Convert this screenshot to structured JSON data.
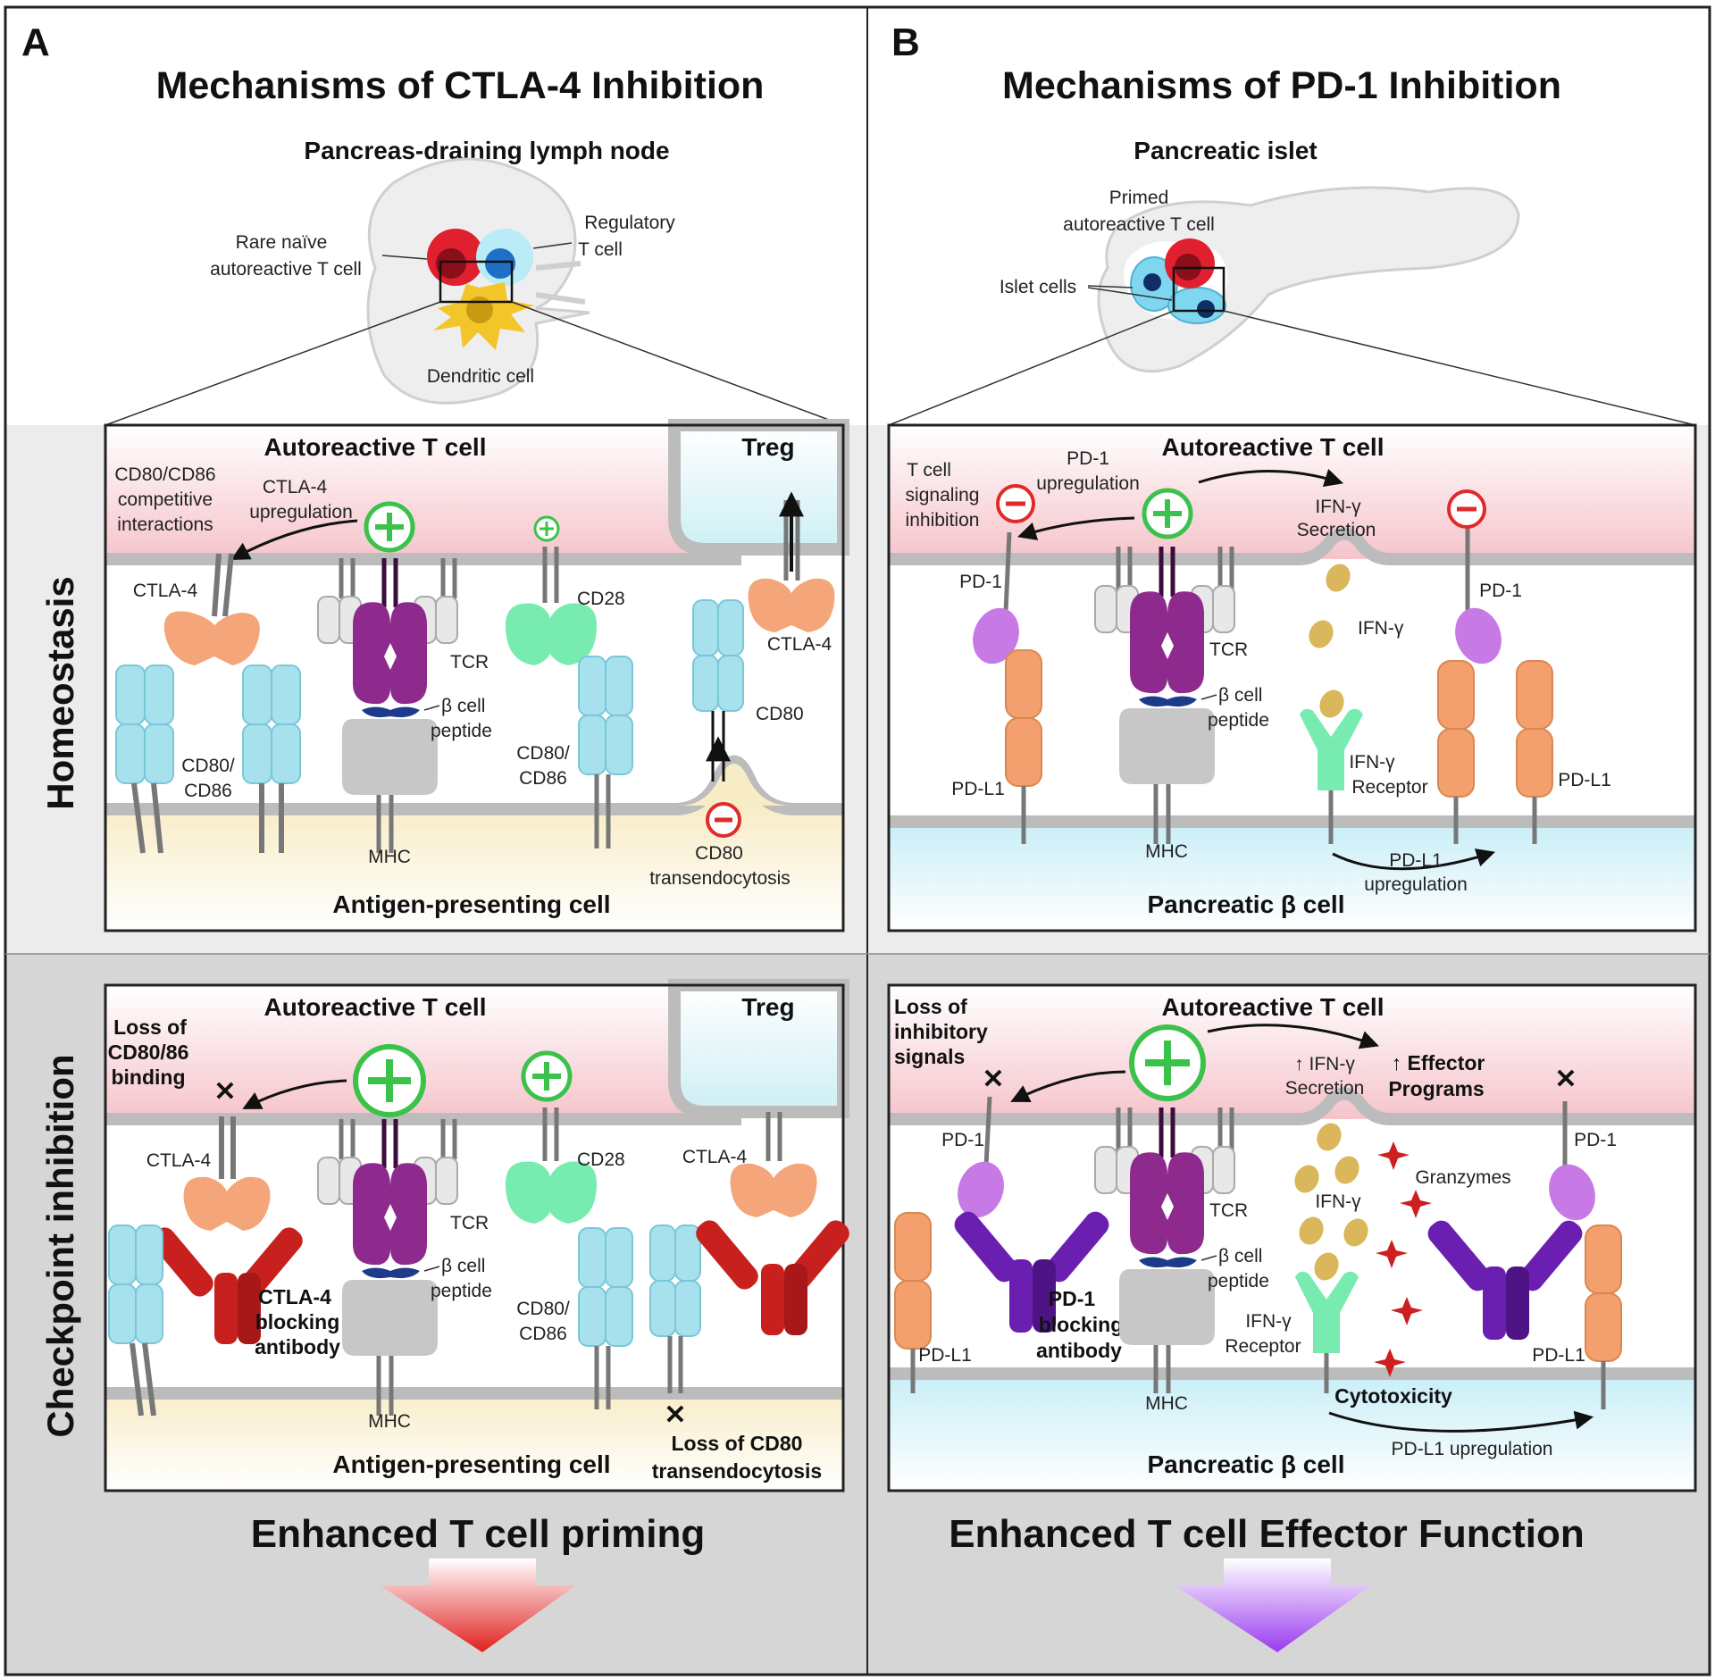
{
  "panel_a": {
    "letter": "A",
    "title": "Mechanisms of CTLA-4 Inhibition",
    "overview": {
      "heading": "Pancreas-draining lymph node",
      "label_naive": [
        "Rare naïve",
        "autoreactive T cell"
      ],
      "label_treg": [
        "Regulatory",
        "T cell"
      ],
      "label_dc": "Dendritic cell"
    },
    "homeostasis": {
      "t_cell": "Autoreactive T cell",
      "treg": "Treg",
      "apc": "Antigen-presenting cell",
      "competitive": [
        "CD80/CD86",
        "competitive",
        "interactions"
      ],
      "ctla4_up": [
        "CTLA-4",
        "upregulation"
      ],
      "ctla4": "CTLA-4",
      "cd80cd86": [
        "CD80/",
        "CD86"
      ],
      "tcr": "TCR",
      "peptide": [
        "β cell",
        "peptide"
      ],
      "mhc": "MHC",
      "cd28": "CD28",
      "cd80cd86_b": [
        "CD80/",
        "CD86"
      ],
      "ctla4_treg": "CTLA-4",
      "cd80": "CD80",
      "transendo": [
        "CD80",
        "transendocytosis"
      ]
    },
    "checkpoint": {
      "t_cell": "Autoreactive T cell",
      "treg": "Treg",
      "apc": "Antigen-presenting cell",
      "loss_binding": [
        "Loss of",
        "CD80/86",
        "binding"
      ],
      "ctla4": "CTLA-4",
      "antibody": [
        "CTLA-4",
        "blocking",
        "antibody"
      ],
      "tcr": "TCR",
      "peptide": [
        "β cell",
        "peptide"
      ],
      "mhc": "MHC",
      "cd28": "CD28",
      "ctla4_treg": "CTLA-4",
      "cd80cd86": [
        "CD80/",
        "CD86"
      ],
      "loss_transendo": [
        "Loss of CD80",
        "transendocytosis"
      ]
    },
    "outcome": "Enhanced T cell priming"
  },
  "panel_b": {
    "letter": "B",
    "title": "Mechanisms of PD-1 Inhibition",
    "overview": {
      "heading": "Pancreatic islet",
      "label_primed": [
        "Primed",
        "autoreactive T cell"
      ],
      "label_islet": "Islet cells"
    },
    "homeostasis": {
      "t_cell": "Autoreactive T cell",
      "beta_cell": "Pancreatic β cell",
      "signaling": [
        "T cell",
        "signaling",
        "inhibition"
      ],
      "pd1_up": [
        "PD-1",
        "upregulation"
      ],
      "ifn_secretion": [
        "IFN-γ",
        "Secretion"
      ],
      "pd1": "PD-1",
      "pdl1": "PD-L1",
      "tcr": "TCR",
      "peptide": [
        "β cell",
        "peptide"
      ],
      "mhc": "MHC",
      "ifn": "IFN-γ",
      "ifn_receptor": [
        "IFN-γ",
        "Receptor"
      ],
      "pd1_right": "PD-1",
      "pdl1_right": "PD-L1",
      "pdl1_up": [
        "PD-L1",
        "upregulation"
      ]
    },
    "checkpoint": {
      "t_cell": "Autoreactive T cell",
      "beta_cell": "Pancreatic β cell",
      "loss_signals": [
        "Loss of",
        "inhibitory",
        "signals"
      ],
      "ifn_secretion": [
        "↑ IFN-γ",
        "Secretion"
      ],
      "effector": [
        "↑ Effector",
        "Programs"
      ],
      "pd1": "PD-1",
      "pdl1": "PD-L1",
      "antibody": [
        "PD-1",
        "blocking",
        "antibody"
      ],
      "tcr": "TCR",
      "peptide": [
        "β cell",
        "peptide"
      ],
      "mhc": "MHC",
      "ifn": "IFN-γ",
      "granzymes": "Granzymes",
      "ifn_receptor": [
        "IFN-γ",
        "Receptor"
      ],
      "cytotoxicity": "Cytotoxicity",
      "pd1_right": "PD-1",
      "pdl1_right": "PD-L1",
      "pdl1_up": "PD-L1 upregulation"
    },
    "outcome": "Enhanced T cell Effector Function"
  },
  "row_labels": {
    "homeostasis": "Homeostasis",
    "checkpoint": "Checkpoint inhibition"
  },
  "colors": {
    "t_cell_pink": "#f5c4cb",
    "apc_yellow": "#f8ecc6",
    "beta_blue": "#c8eef7",
    "treg_blue": "#d5f1f5",
    "ctla4": "#f4a67a",
    "cd80": "#a8e1ee",
    "cd28": "#78ebb0",
    "tcr": "#8e2a8e",
    "mhc": "#c7c7c7",
    "pd1": "#c77ae6",
    "pdl1": "#f3a06e",
    "ctla4_antibody": "#c8201e",
    "pd1_antibody": "#6a1fb0",
    "ifn": "#d9b75a",
    "granzyme": "#cc2020",
    "plus_green": "#3bc24a",
    "minus_red": "#e02a2a",
    "arrow_red": "#e0201e",
    "arrow_purple": "#9a3af0"
  }
}
